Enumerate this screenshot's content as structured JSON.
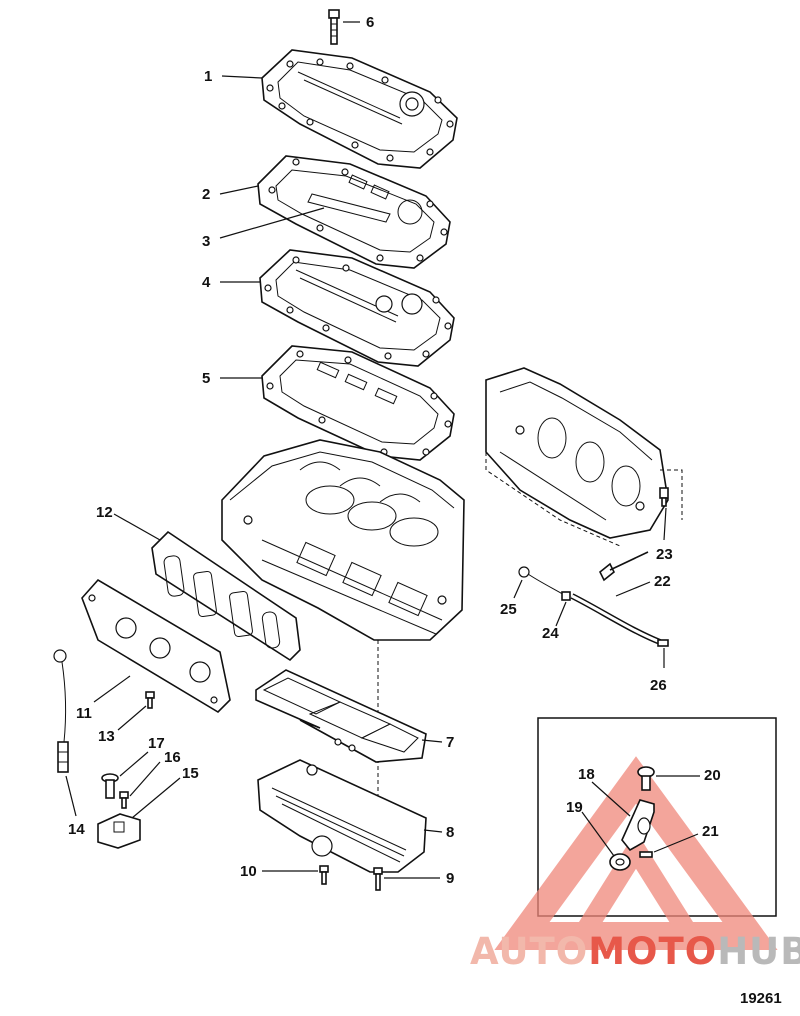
{
  "figure_number": "19261",
  "brand": {
    "part1": "AUTO",
    "part2": "MOTO",
    "part3": "HUB",
    "colors": {
      "auto": "#f2b8ab",
      "moto": "#e7584a",
      "hub": "#b9b9b9",
      "triangle": "#f0877a"
    }
  },
  "callouts": {
    "c1": "1",
    "c2": "2",
    "c3": "3",
    "c4": "4",
    "c5": "5",
    "c6": "6",
    "c7": "7",
    "c8": "8",
    "c9": "9",
    "c10": "10",
    "c11": "11",
    "c12": "12",
    "c13": "13",
    "c14": "14",
    "c15": "15",
    "c16": "16",
    "c17": "17",
    "c18": "18",
    "c19": "19",
    "c20": "20",
    "c21": "21",
    "c22": "22",
    "c23": "23",
    "c24": "24",
    "c25": "25",
    "c26": "26"
  }
}
